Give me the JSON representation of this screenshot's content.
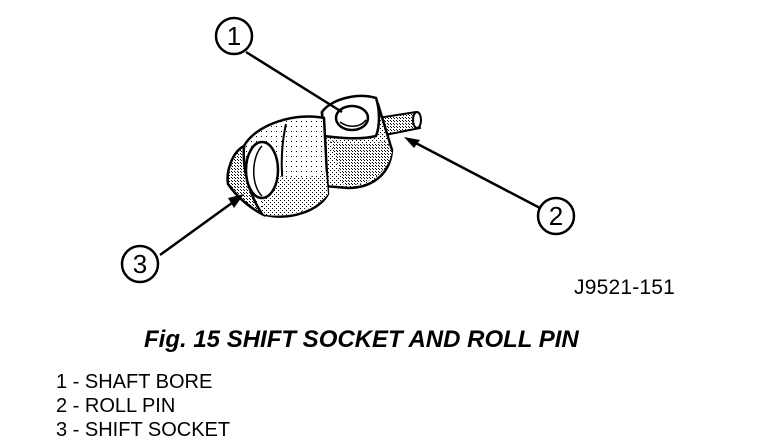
{
  "diagram": {
    "callouts": [
      {
        "number": "1",
        "target": "shaft-bore"
      },
      {
        "number": "2",
        "target": "roll-pin"
      },
      {
        "number": "3",
        "target": "shift-socket"
      }
    ],
    "drawing_id": "J9521-151",
    "caption": "Fig. 15 SHIFT SOCKET AND ROLL PIN"
  },
  "legend": [
    "1 - SHAFT BORE",
    "2 - ROLL PIN",
    "3 - SHIFT SOCKET"
  ]
}
